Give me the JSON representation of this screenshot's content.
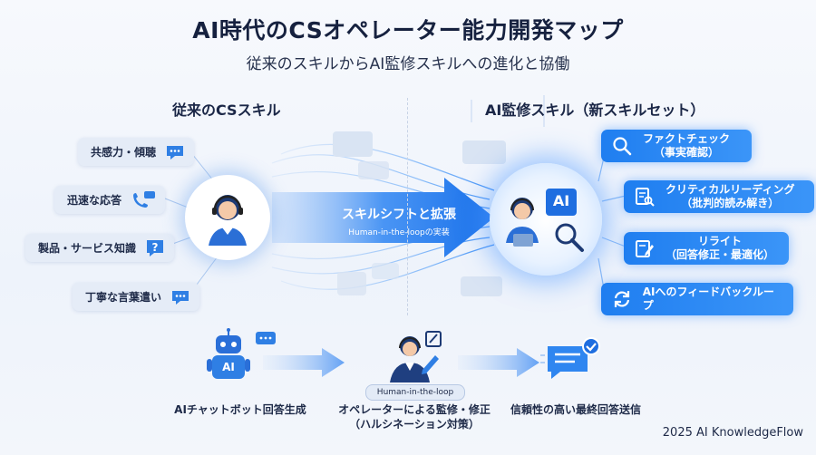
{
  "header": {
    "title": "AI時代のCSオペレーター能力開発マップ",
    "subtitle": "従来のスキルからAI監修スキルへの進化と協働"
  },
  "left_section": {
    "title": "従来のCSスキル",
    "skills": [
      {
        "label": "共感力・傾聴",
        "icon": "chat-bubble-icon"
      },
      {
        "label": "迅速な応答",
        "icon": "phone-chat-icon"
      },
      {
        "label": "製品・サービス知識",
        "icon": "question-icon"
      },
      {
        "label": "丁寧な言葉遣い",
        "icon": "chat-bubble-icon"
      }
    ]
  },
  "right_section": {
    "title": "AI監修スキル（新スキルセット）",
    "ai_badge": "AI",
    "skills": [
      {
        "line1": "ファクトチェック",
        "line2": "（事実確認）",
        "icon": "magnifier-icon"
      },
      {
        "line1": "クリティカルリーディング",
        "line2": "（批判的読み解き）",
        "icon": "document-search-icon"
      },
      {
        "line1": "リライト",
        "line2": "（回答修正・最適化）",
        "icon": "edit-icon"
      },
      {
        "line1": "AIへのフィードバックループ",
        "line2": "",
        "icon": "loop-arrows-icon"
      }
    ]
  },
  "center_arrow": {
    "label": "スキルシフトと拡張",
    "sublabel": "Human-in-the-loopの実装"
  },
  "bottom_flow": {
    "steps": [
      {
        "line1": "AIチャットボット回答生成",
        "line2": "",
        "icon": "robot-icon",
        "badge": "AI"
      },
      {
        "line1": "オペレーターによる監修・修正",
        "line2": "（ハルシネーション対策）",
        "icon": "operator-edit-icon"
      },
      {
        "line1": "信頼性の高い最終回答送信",
        "line2": "",
        "icon": "verified-message-icon"
      }
    ],
    "tag": "Human-in-the-loop"
  },
  "footer": "2025 AI KnowledgeFlow",
  "colors": {
    "accent_blue": "#1f7ef0",
    "pill_grey": "#e5ecf7",
    "title_navy": "#16213f"
  }
}
